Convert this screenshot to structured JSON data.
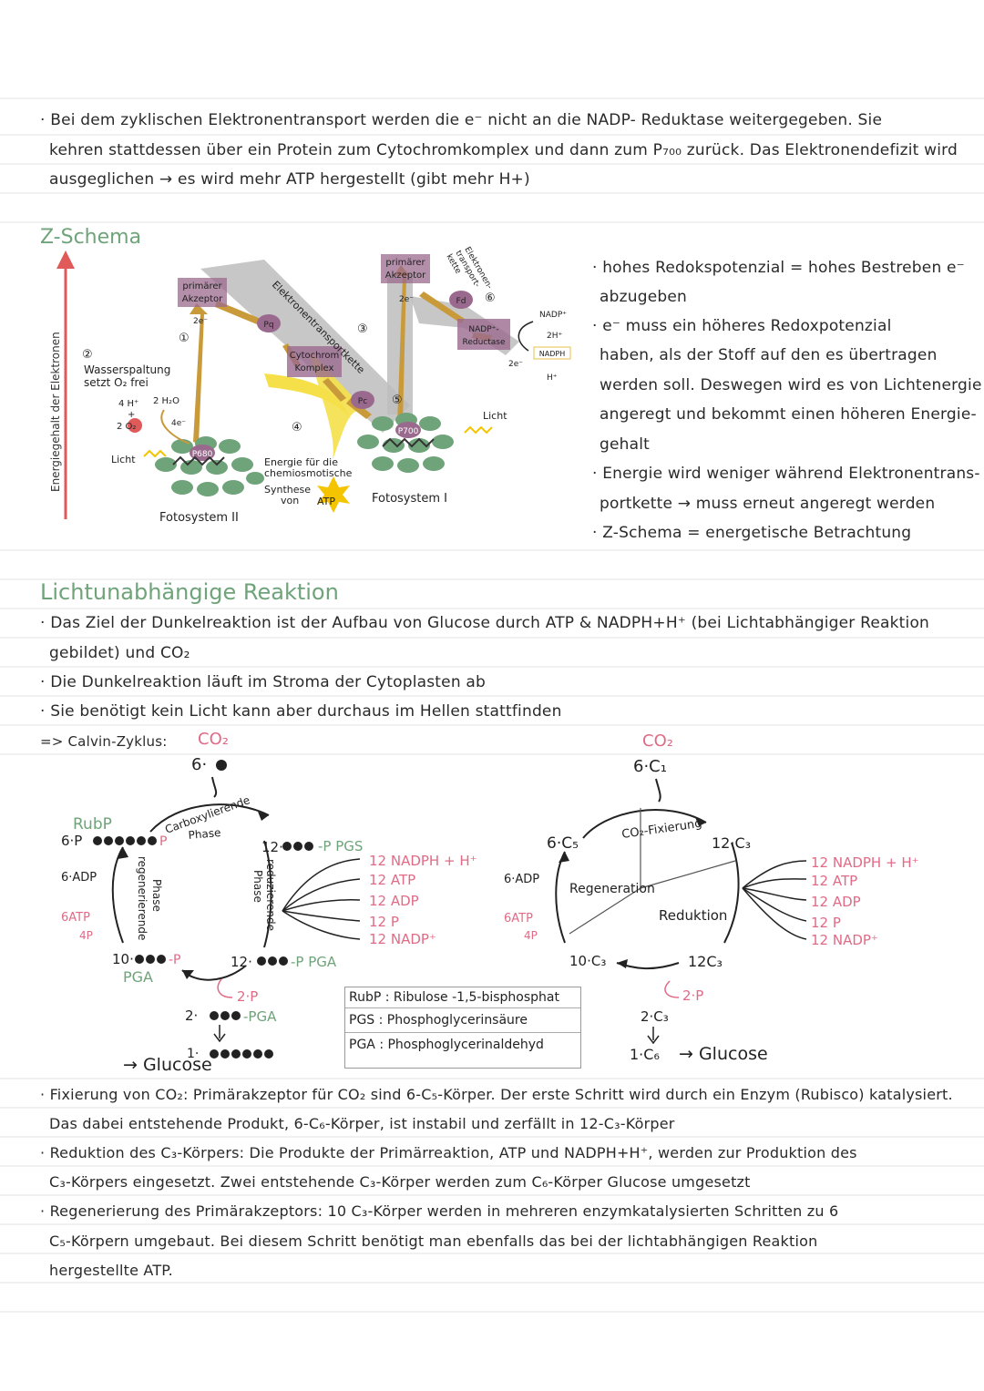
{
  "intro": {
    "l1": "· Bei dem zyklischen Elektronentransport werden die e⁻ nicht an die NADP- Reduktase weitergegeben. Sie",
    "l2": "kehren stattdessen über ein Protein zum Cytochromkomplex und dann zum P₇₀₀ zurück. Das Elektronendefizit wird",
    "l3": "ausgeglichen → es wird mehr ATP hergestellt (gibt mehr H+)"
  },
  "zscheme": {
    "title": "Z-Schema",
    "yaxis": "Energiegehalt der Elektronen",
    "primary1": [
      "primärer",
      "Akzeptor"
    ],
    "primary2": [
      "primärer",
      "Akzeptor"
    ],
    "e2a": "2e⁻",
    "e2b": "2e⁻",
    "e2c": "2e⁻",
    "n1": "①",
    "n2": "②",
    "n3": "③",
    "n4": "④",
    "n5": "⑤",
    "n6": "⑥",
    "pq": "Pq",
    "pc": "Pc",
    "fd": "Fd",
    "cyto": [
      "Cytochrom",
      "Komplex"
    ],
    "etk1": "Elektronentransportkette",
    "etk2": [
      "Elektronen-",
      "transport-",
      "kette"
    ],
    "nadpred": [
      "NADP⁺-",
      "Reductase"
    ],
    "water": [
      "Wasserspaltung",
      "setzt O₂ frei"
    ],
    "h4": "4 H⁺",
    "plus": "+",
    "h2o": "2 H₂O",
    "o2": "2 O₂",
    "e4": "4e⁻",
    "licht1": "Licht",
    "licht2": "Licht",
    "p680": "P680",
    "p700": "P700",
    "ps2": "Fotosystem II",
    "ps1": "Fotosystem I",
    "energy": [
      "Energie für die",
      "chemiosmotische",
      "Synthese",
      "von"
    ],
    "atp": "ATP",
    "nadp": "NADP⁺",
    "h2": "2H⁺",
    "nadph": "NADPH",
    "hplus": "H⁺"
  },
  "znotes": {
    "l1": "· hohes Redokspotenzial = hohes Bestreben e⁻",
    "l2": "abzugeben",
    "l3": "· e⁻ muss ein höheres Redoxpotenzial",
    "l4": "haben, als der Stoff auf den es übertragen",
    "l5": "werden soll. Deswegen wird es von Lichtenergie",
    "l6": "angeregt und bekommt einen höheren Energie-",
    "l7": "gehalt",
    "l8": "· Energie wird weniger während Elektronentrans-",
    "l9": "portkette → muss erneut angeregt werden",
    "l10": "· Z-Schema = energetische Betrachtung"
  },
  "dark": {
    "title": "Lichtunabhängige Reaktion",
    "l1": "· Das Ziel der Dunkelreaktion ist der Aufbau von Glucose durch ATP & NADPH+H⁺ (bei Lichtabhängiger Reaktion",
    "l2": "gebildet) und CO₂",
    "l3": "· Die Dunkelreaktion läuft im Stroma der Cytoplasten ab",
    "l4": "· Sie benötigt kein Licht kann aber durchaus im Hellen stattfinden",
    "calvin": "=> Calvin-Zyklus:"
  },
  "calvin_left": {
    "co2": "CO₂",
    "six": "6·",
    "rubp": "RubP",
    "six_p": "6·P",
    "carbox": [
      "Carboxylierende",
      "Phase"
    ],
    "pgs_n": "12·",
    "pgs": "PGS",
    "adp6": "6·ADP",
    "atp6": "6ATP",
    "p4": "4P",
    "regen": [
      "regenerierende",
      "Phase"
    ],
    "reduz": [
      "reduzierende",
      "Phase"
    ],
    "inputs": [
      "12 NADPH + H⁺",
      "12 ATP",
      "12 ADP",
      "12 P",
      "12 NADP⁺"
    ],
    "pga10_n": "10·",
    "pga10": "PGA",
    "pga12_n": "12·",
    "pga12": "PGA",
    "p2": "2·P",
    "pga2_n": "2·",
    "pga2": "PGA",
    "one": "1·",
    "glucose": "→ Glucose"
  },
  "legend": [
    "RubP : Ribulose -1,5-bisphosphat",
    "PGS : Phosphoglycerinsäure",
    "PGA : Phosphoglycerinaldehyd"
  ],
  "calvin_right": {
    "co2": "CO₂",
    "c1": "6·C₁",
    "c5": "6·C₅",
    "fix": "CO₂-Fixierung",
    "c3a": "12·C₃",
    "regen": "Regeneration",
    "reduk": "Reduktion",
    "adp6": "6·ADP",
    "atp6": "6ATP",
    "p4": "4P",
    "c3b": "10·C₃",
    "c3c": "12C₃",
    "p2": "2·P",
    "c3d": "2·C₃",
    "c6": "1·C₆",
    "glucose": "→ Glucose",
    "inputs": [
      "12 NADPH + H⁺",
      "12 ATP",
      "12 ADP",
      "12 P",
      "12 NADP⁺"
    ]
  },
  "bottom": {
    "l1": "· Fixierung von CO₂: Primärakzeptor für CO₂ sind 6-C₅-Körper. Der erste Schritt wird durch ein Enzym (Rubisco) katalysiert.",
    "l2": "Das dabei entstehende Produkt, 6-C₆-Körper, ist instabil und zerfällt in 12-C₃-Körper",
    "l3": "· Reduktion des C₃-Körpers: Die Produkte der Primärreaktion, ATP und NADPH+H⁺, werden zur Produktion des",
    "l4": "C₃-Körpers eingesetzt. Zwei entstehende C₃-Körper werden zum C₆-Körper Glucose umgesetzt",
    "l5": "· Regenerierung des Primärakzeptors: 10 C₃-Körper werden in mehreren enzymkatalysierten Schritten zu 6",
    "l6": "C₅-Körpern umgebaut. Bei diesem Schritt benötigt man ebenfalls das bei der lichtabhängigen Reaktion",
    "l7": "hergestellte ATP."
  },
  "colors": {
    "green": "#6fa37a",
    "pink": "#e06b86",
    "purple": "#9a6a8e",
    "yellow": "#f5e04a",
    "gold": "#c99a3a"
  }
}
